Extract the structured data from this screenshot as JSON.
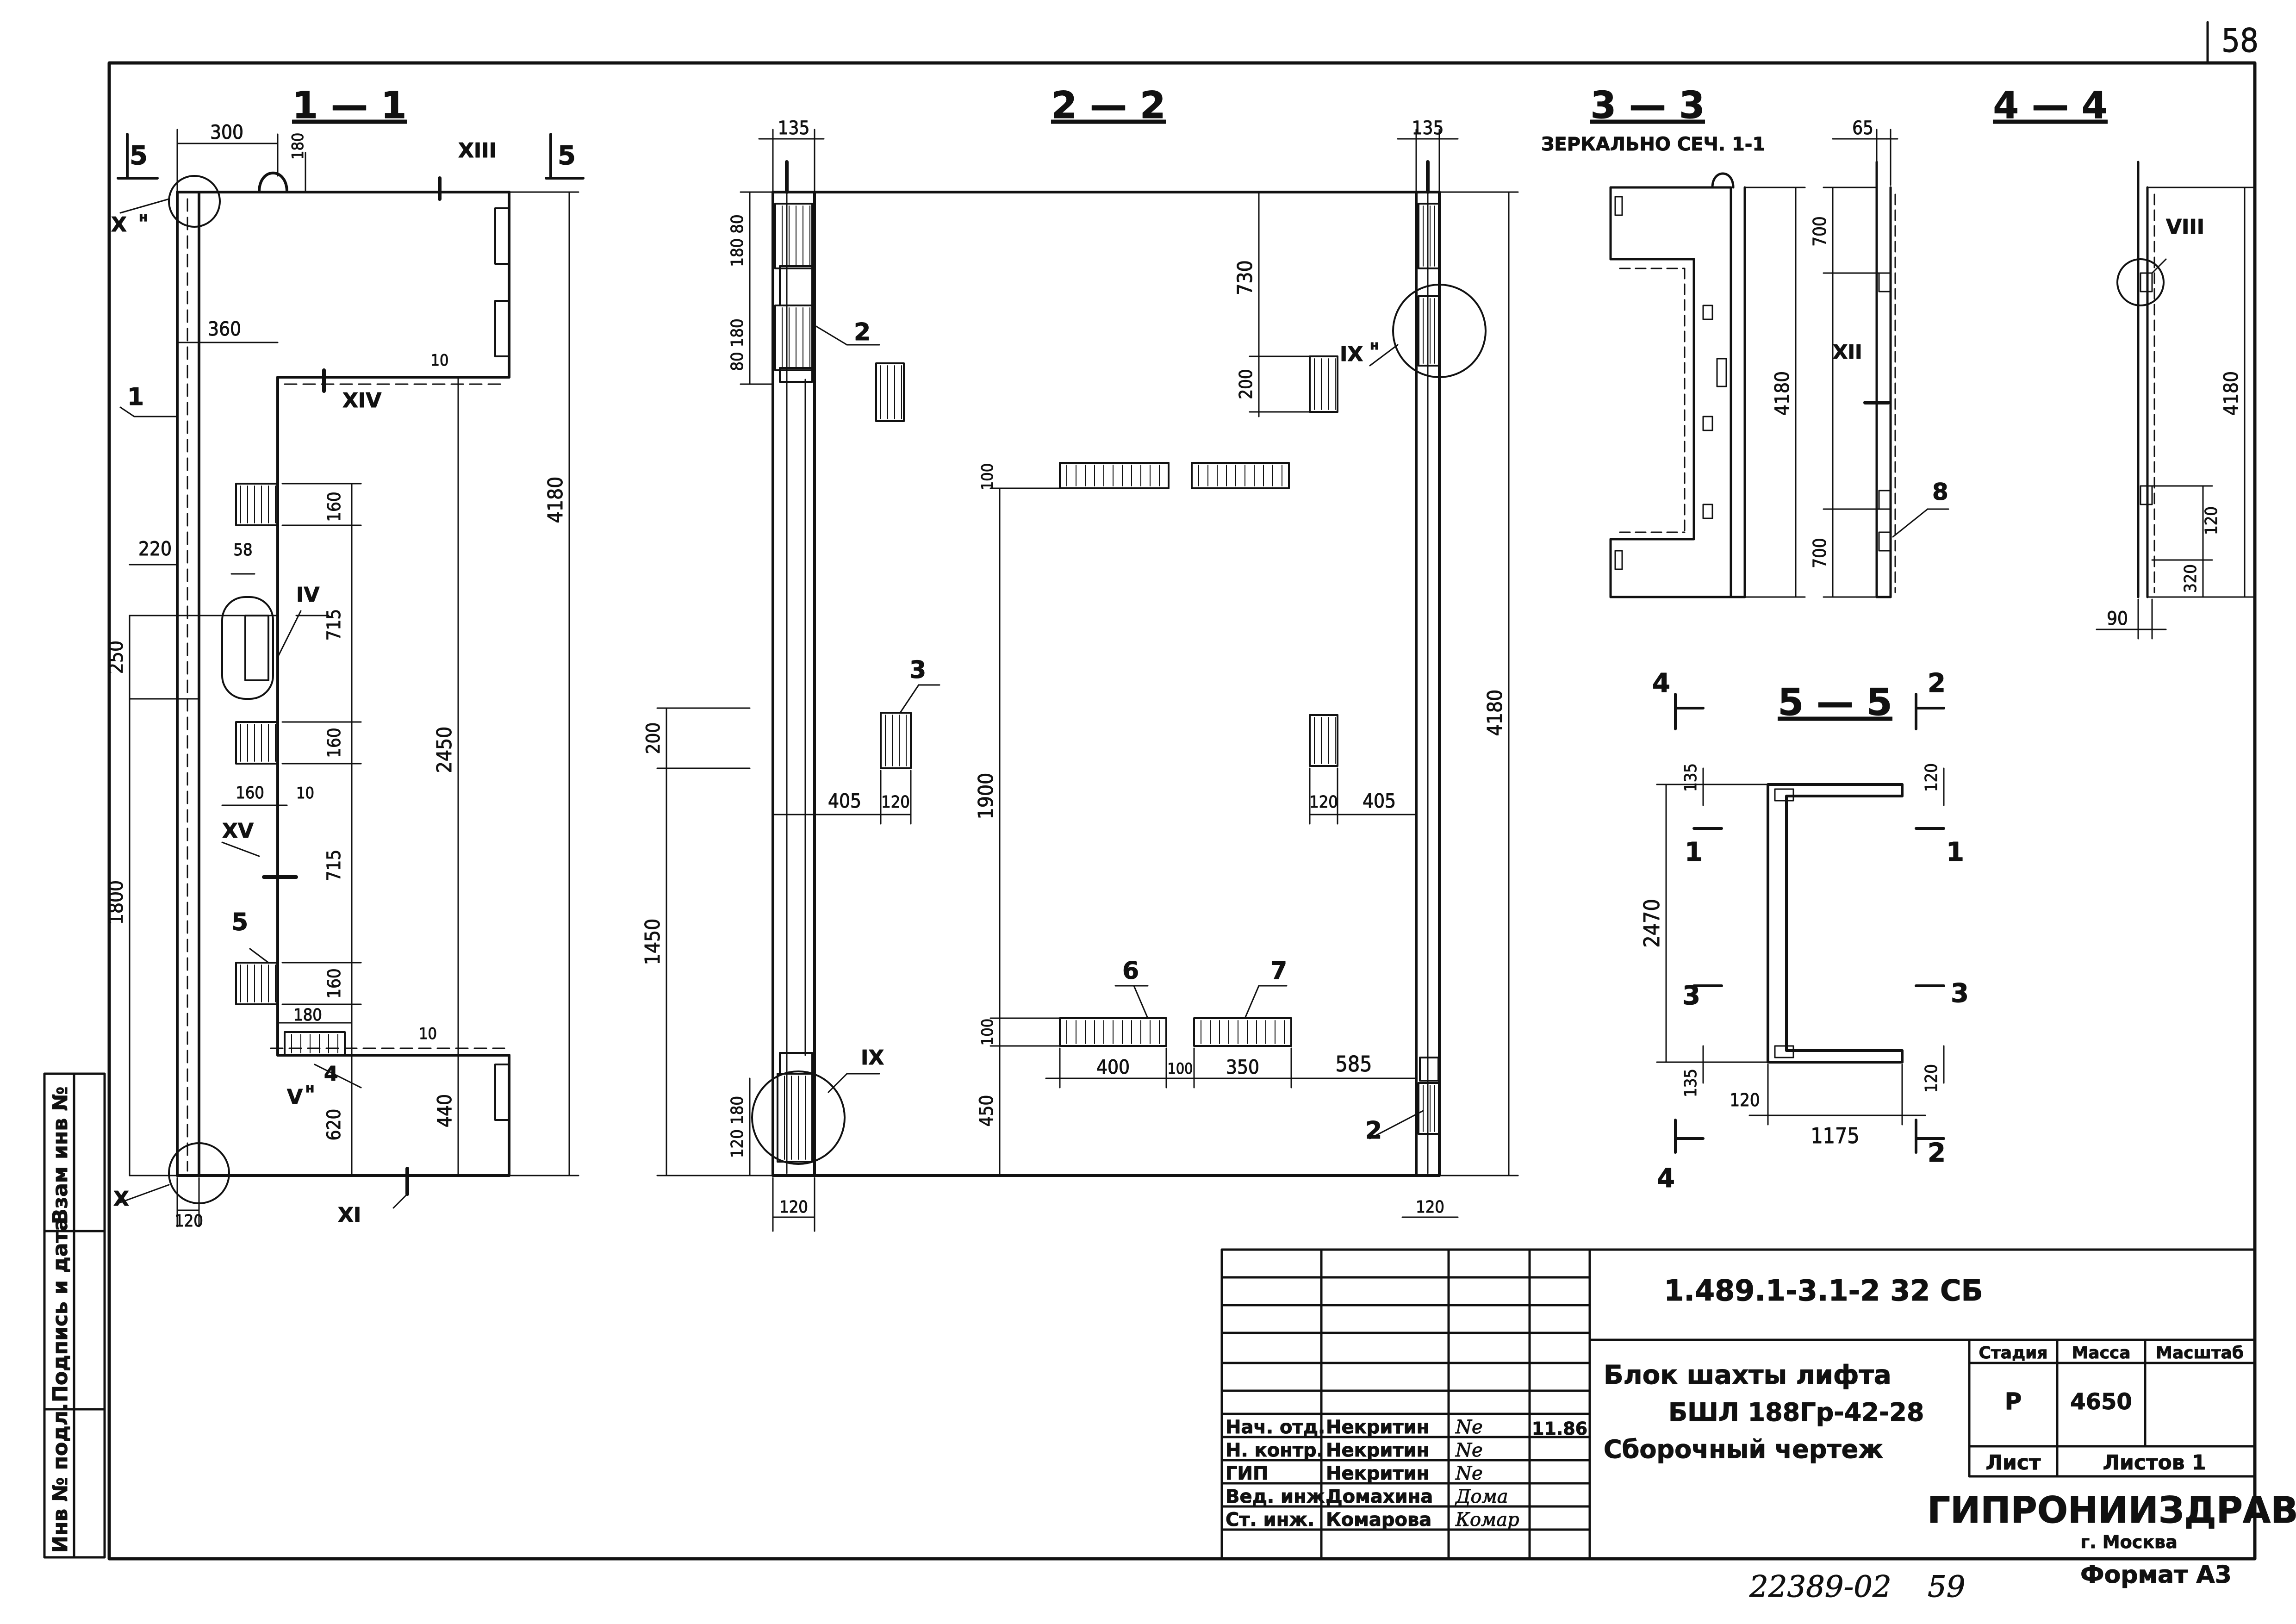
{
  "sheet": {
    "number": "58"
  },
  "sections": {
    "s11": "1 — 1",
    "s22": "2 — 2",
    "s33": "3 — 3",
    "s33_note": "ЗЕРКАЛЬНО СЕЧ. 1-1",
    "s44": "4 — 4",
    "s55": "5 — 5"
  },
  "dims": {
    "d300": "300",
    "d180": "180",
    "d360": "360",
    "d10": "10",
    "d220": "220",
    "d58": "58",
    "d250": "250",
    "d160": "160",
    "d715": "715",
    "d2450": "2450",
    "d4180": "4180",
    "d1800": "1800",
    "d620": "620",
    "d440": "440",
    "d120": "120",
    "d135": "135",
    "d180_80": "180 80",
    "d80_180": "80 180",
    "d120_180": "120 180",
    "d200": "200",
    "d1450": "1450",
    "d405": "405",
    "d1900": "1900",
    "d100": "100",
    "d450": "450",
    "d400": "400",
    "d350": "350",
    "d585": "585",
    "d730": "730",
    "d65": "65",
    "d700": "700",
    "d320": "320",
    "d90": "90",
    "d2470": "2470",
    "d1175": "1175"
  },
  "callouts": {
    "c1": "1",
    "c2": "2",
    "c3": "3",
    "c4": "4",
    "c5": "5",
    "c6": "6",
    "c7": "7",
    "c8": "8",
    "cI": "Х",
    "cXn": "Х",
    "cXI": "XI",
    "cXII": "XII",
    "cXIII": "XIII",
    "cXIV": "XIV",
    "cXV": "XV",
    "cIV": "IV",
    "cVn": "V",
    "cVIII": "VIII",
    "cIX": "IX",
    "cIXn": "IX",
    "sup_n": "н"
  },
  "cut_marks": {
    "m5": "5",
    "m4": "4",
    "m2": "2",
    "m1": "1",
    "m3": "3"
  },
  "side_stamp": {
    "c1": "Инв № подл.",
    "c2": "Подпись и дата",
    "c3": "Взам инв №"
  },
  "title_block": {
    "code": "1.489.1-3.1-2 32 СБ",
    "title_line1": "Блок шахты лифта",
    "title_line2": "БШЛ 188Гр-42-28",
    "title_line3": "Сборочный чертеж",
    "stage_label": "Стадия",
    "mass_label": "Масса",
    "scale_label": "Масштаб",
    "stage_value": "Р",
    "mass_value": "4650",
    "sheet_label": "Лист",
    "sheets_label": "Листов 1",
    "org": "ГИПРОНИИЗДРАВ",
    "city": "г. Москва",
    "date": "11.86",
    "people": [
      {
        "role": "Нач. отд.",
        "name": "Некритин",
        "sign": "Ne"
      },
      {
        "role": "Н. контр.",
        "name": "Некритин",
        "sign": "Ne"
      },
      {
        "role": "ГИП",
        "name": "Некритин",
        "sign": "Ne"
      },
      {
        "role": "Вед. инж.",
        "name": "Домахина",
        "sign": "Дома"
      },
      {
        "role": "Ст. инж.",
        "name": "Комарова",
        "sign": "Комар"
      }
    ]
  },
  "footer": {
    "archive": "22389-02",
    "page": "59",
    "format": "Формат А3"
  }
}
